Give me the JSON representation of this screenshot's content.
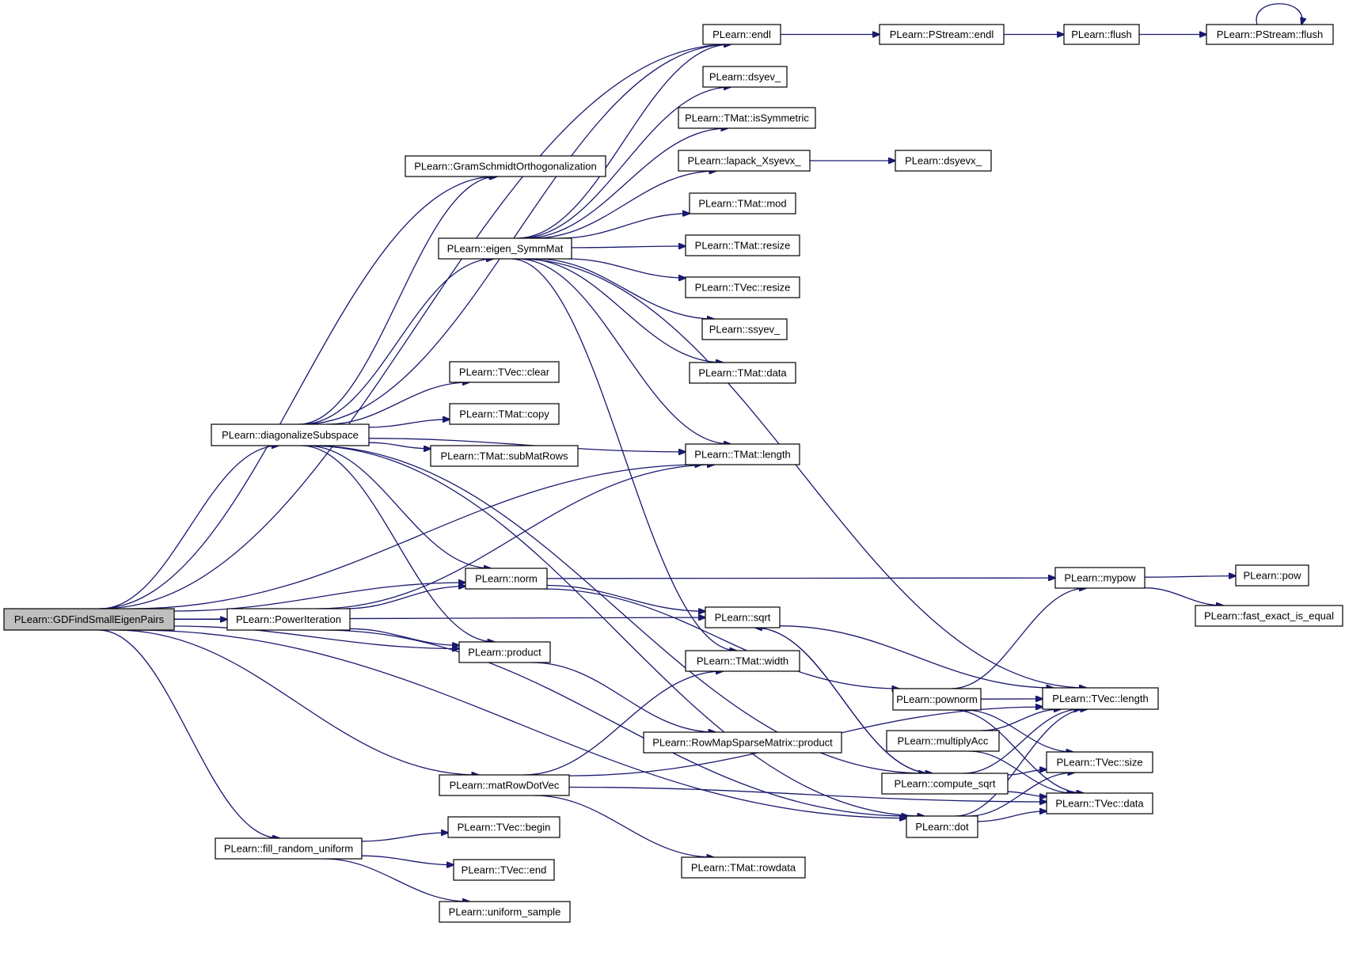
{
  "diagram": {
    "type": "call-graph",
    "colors": {
      "edge": "#191970",
      "node_border": "#000000",
      "node_fill": "#ffffff",
      "root_fill": "#bfbfbf"
    },
    "nodes": [
      {
        "id": "GDFindSmallEigenPairs",
        "label": "PLearn::GDFindSmallEigenPairs",
        "root": true
      },
      {
        "id": "endl",
        "label": "PLearn::endl"
      },
      {
        "id": "PStream_endl",
        "label": "PLearn::PStream::endl"
      },
      {
        "id": "flush",
        "label": "PLearn::flush"
      },
      {
        "id": "PStream_flush",
        "label": "PLearn::PStream::flush"
      },
      {
        "id": "dsyev_",
        "label": "PLearn::dsyev_"
      },
      {
        "id": "isSymmetric",
        "label": "PLearn::TMat::isSymmetric"
      },
      {
        "id": "lapack_Xsyevx_",
        "label": "PLearn::lapack_Xsyevx_"
      },
      {
        "id": "dsyevx_",
        "label": "PLearn::dsyevx_"
      },
      {
        "id": "GramSchmidt",
        "label": "PLearn::GramSchmidtOrthogonalization"
      },
      {
        "id": "TMat_mod",
        "label": "PLearn::TMat::mod"
      },
      {
        "id": "eigen_SymmMat",
        "label": "PLearn::eigen_SymmMat"
      },
      {
        "id": "TMat_resize",
        "label": "PLearn::TMat::resize"
      },
      {
        "id": "TVec_resize",
        "label": "PLearn::TVec::resize"
      },
      {
        "id": "ssyev_",
        "label": "PLearn::ssyev_"
      },
      {
        "id": "TMat_data",
        "label": "PLearn::TMat::data"
      },
      {
        "id": "TVec_clear",
        "label": "PLearn::TVec::clear"
      },
      {
        "id": "TMat_copy",
        "label": "PLearn::TMat::copy"
      },
      {
        "id": "diagonalizeSubspace",
        "label": "PLearn::diagonalizeSubspace"
      },
      {
        "id": "subMatRows",
        "label": "PLearn::TMat::subMatRows"
      },
      {
        "id": "TMat_length",
        "label": "PLearn::TMat::length"
      },
      {
        "id": "norm",
        "label": "PLearn::norm"
      },
      {
        "id": "mypow",
        "label": "PLearn::mypow"
      },
      {
        "id": "pow",
        "label": "PLearn::pow"
      },
      {
        "id": "fast_exact_is_equal",
        "label": "PLearn::fast_exact_is_equal"
      },
      {
        "id": "PowerIteration",
        "label": "PLearn::PowerIteration"
      },
      {
        "id": "sqrt",
        "label": "PLearn::sqrt"
      },
      {
        "id": "product",
        "label": "PLearn::product"
      },
      {
        "id": "TMat_width",
        "label": "PLearn::TMat::width"
      },
      {
        "id": "pownorm",
        "label": "PLearn::pownorm"
      },
      {
        "id": "TVec_length",
        "label": "PLearn::TVec::length"
      },
      {
        "id": "RowMap_product",
        "label": "PLearn::RowMapSparseMatrix::product"
      },
      {
        "id": "multiplyAcc",
        "label": "PLearn::multiplyAcc"
      },
      {
        "id": "TVec_size",
        "label": "PLearn::TVec::size"
      },
      {
        "id": "matRowDotVec",
        "label": "PLearn::matRowDotVec"
      },
      {
        "id": "compute_sqrt",
        "label": "PLearn::compute_sqrt"
      },
      {
        "id": "TVec_data",
        "label": "PLearn::TVec::data"
      },
      {
        "id": "dot",
        "label": "PLearn::dot"
      },
      {
        "id": "TVec_begin",
        "label": "PLearn::TVec::begin"
      },
      {
        "id": "fill_random_uniform",
        "label": "PLearn::fill_random_uniform"
      },
      {
        "id": "TVec_end",
        "label": "PLearn::TVec::end"
      },
      {
        "id": "TMat_rowdata",
        "label": "PLearn::TMat::rowdata"
      },
      {
        "id": "uniform_sample",
        "label": "PLearn::uniform_sample"
      }
    ],
    "edges": [
      [
        "GDFindSmallEigenPairs",
        "endl"
      ],
      [
        "GDFindSmallEigenPairs",
        "GramSchmidt"
      ],
      [
        "GDFindSmallEigenPairs",
        "TMat_length"
      ],
      [
        "GDFindSmallEigenPairs",
        "diagonalizeSubspace"
      ],
      [
        "GDFindSmallEigenPairs",
        "norm"
      ],
      [
        "GDFindSmallEigenPairs",
        "PowerIteration"
      ],
      [
        "GDFindSmallEigenPairs",
        "product"
      ],
      [
        "GDFindSmallEigenPairs",
        "sqrt"
      ],
      [
        "GDFindSmallEigenPairs",
        "matRowDotVec"
      ],
      [
        "GDFindSmallEigenPairs",
        "fill_random_uniform"
      ],
      [
        "GDFindSmallEigenPairs",
        "dot"
      ],
      [
        "endl",
        "PStream_endl"
      ],
      [
        "PStream_endl",
        "flush"
      ],
      [
        "flush",
        "PStream_flush"
      ],
      [
        "PStream_flush",
        "PStream_flush"
      ],
      [
        "lapack_Xsyevx_",
        "dsyevx_"
      ],
      [
        "eigen_SymmMat",
        "endl"
      ],
      [
        "eigen_SymmMat",
        "dsyev_"
      ],
      [
        "eigen_SymmMat",
        "isSymmetric"
      ],
      [
        "eigen_SymmMat",
        "lapack_Xsyevx_"
      ],
      [
        "eigen_SymmMat",
        "TMat_mod"
      ],
      [
        "eigen_SymmMat",
        "TMat_resize"
      ],
      [
        "eigen_SymmMat",
        "TVec_resize"
      ],
      [
        "eigen_SymmMat",
        "ssyev_"
      ],
      [
        "eigen_SymmMat",
        "TMat_data"
      ],
      [
        "eigen_SymmMat",
        "TMat_length"
      ],
      [
        "eigen_SymmMat",
        "TVec_length"
      ],
      [
        "eigen_SymmMat",
        "TMat_width"
      ],
      [
        "diagonalizeSubspace",
        "GramSchmidt"
      ],
      [
        "diagonalizeSubspace",
        "endl"
      ],
      [
        "diagonalizeSubspace",
        "eigen_SymmMat"
      ],
      [
        "diagonalizeSubspace",
        "TVec_clear"
      ],
      [
        "diagonalizeSubspace",
        "TMat_copy"
      ],
      [
        "diagonalizeSubspace",
        "subMatRows"
      ],
      [
        "diagonalizeSubspace",
        "TMat_length"
      ],
      [
        "diagonalizeSubspace",
        "norm"
      ],
      [
        "diagonalizeSubspace",
        "product"
      ],
      [
        "diagonalizeSubspace",
        "compute_sqrt"
      ],
      [
        "diagonalizeSubspace",
        "dot"
      ],
      [
        "norm",
        "mypow"
      ],
      [
        "norm",
        "sqrt"
      ],
      [
        "norm",
        "pownorm"
      ],
      [
        "mypow",
        "pow"
      ],
      [
        "mypow",
        "fast_exact_is_equal"
      ],
      [
        "PowerIteration",
        "norm"
      ],
      [
        "PowerIteration",
        "product"
      ],
      [
        "PowerIteration",
        "TMat_length"
      ],
      [
        "PowerIteration",
        "dot"
      ],
      [
        "sqrt",
        "TVec_length"
      ],
      [
        "sqrt",
        "compute_sqrt"
      ],
      [
        "product",
        "RowMap_product"
      ],
      [
        "pownorm",
        "mypow"
      ],
      [
        "pownorm",
        "TVec_length"
      ],
      [
        "pownorm",
        "TVec_size"
      ],
      [
        "pownorm",
        "TVec_data"
      ],
      [
        "multiplyAcc",
        "TVec_length"
      ],
      [
        "multiplyAcc",
        "TVec_data"
      ],
      [
        "compute_sqrt",
        "sqrt"
      ],
      [
        "compute_sqrt",
        "TVec_length"
      ],
      [
        "compute_sqrt",
        "TVec_size"
      ],
      [
        "compute_sqrt",
        "TVec_data"
      ],
      [
        "dot",
        "TVec_length"
      ],
      [
        "dot",
        "TVec_size"
      ],
      [
        "dot",
        "TVec_data"
      ],
      [
        "matRowDotVec",
        "TMat_width"
      ],
      [
        "matRowDotVec",
        "TVec_length"
      ],
      [
        "matRowDotVec",
        "TMat_rowdata"
      ],
      [
        "matRowDotVec",
        "TVec_data"
      ],
      [
        "fill_random_uniform",
        "TVec_begin"
      ],
      [
        "fill_random_uniform",
        "TVec_end"
      ],
      [
        "fill_random_uniform",
        "uniform_sample"
      ]
    ]
  }
}
